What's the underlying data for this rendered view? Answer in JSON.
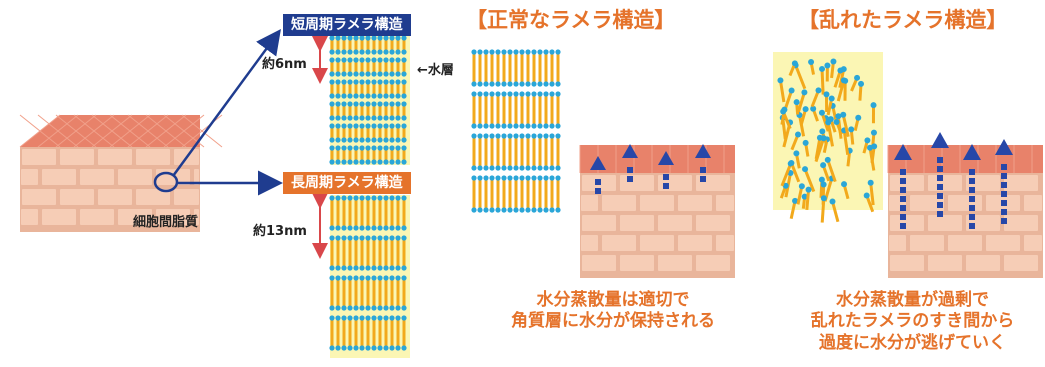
{
  "labels": {
    "short_period": "短周期ラメラ構造",
    "long_period": "長周期ラメラ構造",
    "intercellular_lipid": "細胞間脂質",
    "dim_short": "約6nm",
    "dim_long": "約13nm",
    "water_layer": "←水層"
  },
  "normal": {
    "heading": "【正常なラメラ構造】",
    "caption": [
      "水分蒸散量は適切で",
      "角質層に水分が保持される"
    ]
  },
  "disordered": {
    "heading": "【乱れたラメラ構造】",
    "caption": [
      "水分蒸散量が過剰で",
      "乱れたラメラのすき間から",
      "過度に水分が逃げていく"
    ]
  },
  "colors": {
    "navy": "#1f3c8f",
    "orange": "#e5732b",
    "lipid_tail": "#f2a91c",
    "head_dot": "#2aa6d8",
    "yellow_bg": "#fbf6b4",
    "skin_top": "#e8826a",
    "brick": "#f6cdb6",
    "arrow": "#2747a8"
  }
}
